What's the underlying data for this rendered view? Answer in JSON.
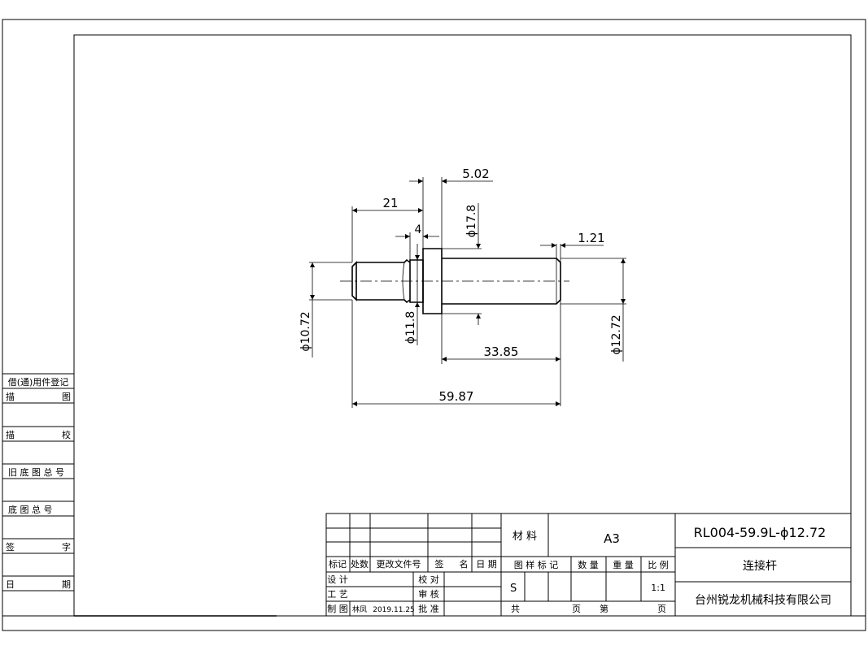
{
  "dimensions": {
    "d_21": "21",
    "d_4": "4",
    "d_5_02": "5.02",
    "d_phi17_8": "ϕ17.8",
    "d_1_21": "1.21",
    "d_phi10_72": "ϕ10.72",
    "d_phi11_8": "ϕ11.8",
    "d_33_85": "33.85",
    "d_phi12_72": "ϕ12.72",
    "d_59_87": "59.87"
  },
  "left_register": {
    "title": "借(通)用件登记",
    "rows": [
      {
        "a": "描",
        "b": "图"
      },
      {
        "a": "描",
        "b": "校"
      },
      {
        "a": "旧 底 图 总 号",
        "b": ""
      },
      {
        "a": "底 图 总 号",
        "b": ""
      },
      {
        "a": "签",
        "b": "字"
      },
      {
        "a": "日",
        "b": "期"
      }
    ]
  },
  "title_block": {
    "header_cols": [
      "标记",
      "处数",
      "更改文件号",
      "签",
      "名",
      "日 期"
    ],
    "sign_rows": [
      {
        "role": "设 计",
        "role2": "校 对",
        "name": "",
        "date": ""
      },
      {
        "role": "工 艺",
        "role2": "审 核",
        "name": "",
        "date": ""
      },
      {
        "role": "制 图",
        "role2": "批 准",
        "name": "林凤",
        "date": "2019.11.25"
      }
    ],
    "material_label": "材 料",
    "material_value": "A3",
    "mark_cols": [
      "图 样 标 记",
      "数 量",
      "重 量",
      "比 例"
    ],
    "mark_values": {
      "mark": "S",
      "scale": "1:1"
    },
    "sheet_total": "共",
    "sheet_page": "页",
    "sheet_no": "第",
    "sheet_page2": "页",
    "drawing_number": "RL004-59.9L-ϕ12.72",
    "part_name": "连接杆",
    "company": "台州锐龙机械科技有限公司"
  }
}
